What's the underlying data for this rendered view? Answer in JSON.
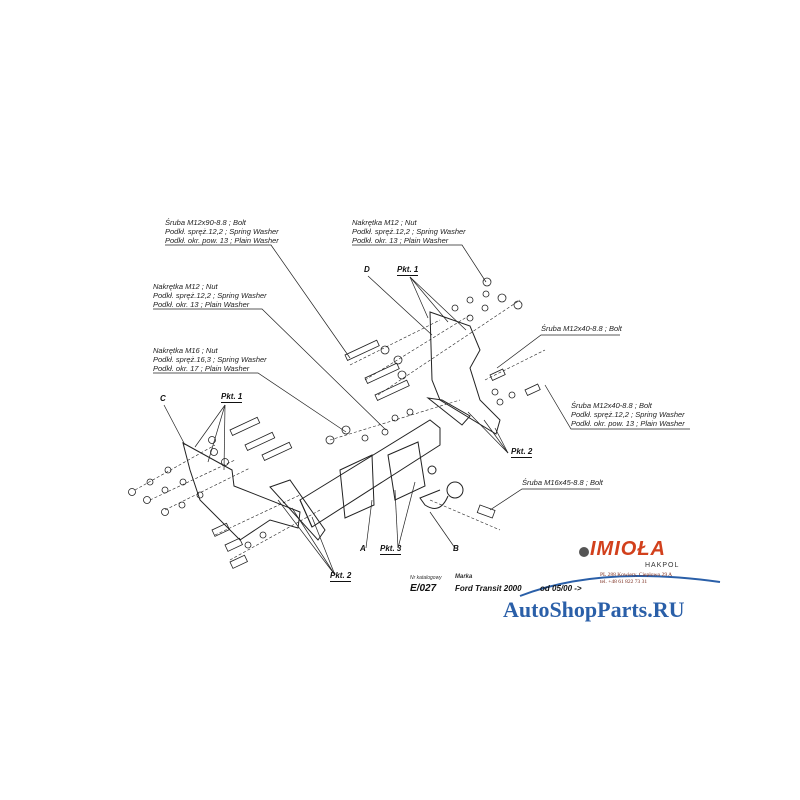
{
  "callouts": [
    {
      "lines": [
        "Śruba M12x90-8.8 ;  Bolt",
        "Podkł. spręż.12,2 ; Spring Washer",
        "Podkł. okr. pow. 13 ; Plain Washer"
      ]
    },
    {
      "lines": [
        "Nakrętka  M12 ; Nut",
        "Podkł. spręż.12,2 ; Spring Washer",
        "Podkł. okr. 13 ; Plain Washer"
      ]
    },
    {
      "lines": [
        "Nakrętka  M12 ; Nut",
        "Podkł. spręż.12,2 ; Spring Washer",
        "Podkł. okr. 13 ; Plain Washer"
      ]
    },
    {
      "lines": [
        "Nakrętka  M16 ; Nut",
        "Podkł. spręż.16,3 ; Spring Washer",
        "Podkł. okr. 17 ; Plain Washer"
      ]
    },
    {
      "lines": [
        "Śruba M12x40-8.8 ;  Bolt"
      ]
    },
    {
      "lines": [
        "Śruba M12x40-8.8 ;  Bolt",
        "Podkł. spręż.12,2 ; Spring Washer",
        "Podkł. okr. pow. 13 ; Plain Washer"
      ]
    },
    {
      "lines": [
        "Śruba M16x45-8.8 ;  Bolt"
      ]
    }
  ],
  "part_letters": {
    "a": "A",
    "b": "B",
    "c": "C",
    "d": "D"
  },
  "points": {
    "pkt1": "Pkt. 1",
    "pkt2": "Pkt. 2",
    "pkt3": "Pkt. 3"
  },
  "title_block": {
    "catalog_label": "Nr katalogowy",
    "catalog_no": "E/027",
    "brand_label": "Marka",
    "model": "Ford Transit 2000",
    "from_date": "od  05/00 ->"
  },
  "logo": {
    "name": "IMIOŁA",
    "sub": "HAKPOL",
    "address": [
      "PL 288 Kowiery, Ciepłowo 29 A",
      "tel. +48 61 822 73 31"
    ]
  },
  "watermark": "AutoShopParts.RU",
  "colors": {
    "logo": "#d2401c",
    "watermark": "#2a5fa8"
  }
}
